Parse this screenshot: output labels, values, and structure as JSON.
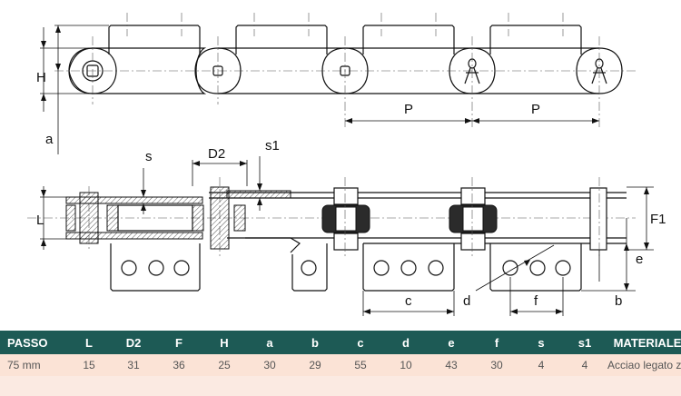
{
  "drawing": {
    "labels": {
      "H": "H",
      "a": "a",
      "P1": "P",
      "P2": "P",
      "s": "s",
      "D2": "D2",
      "s1": "s1",
      "L": "L",
      "F1": "F1",
      "e": "e",
      "c": "c",
      "d": "d",
      "f": "f",
      "b": "b"
    }
  },
  "table": {
    "headers": [
      "PASSO",
      "L",
      "D2",
      "F",
      "H",
      "a",
      "b",
      "c",
      "d",
      "e",
      "f",
      "s",
      "s1",
      "MATERIALE"
    ],
    "row": [
      "75 mm",
      "15",
      "31",
      "36",
      "25",
      "30",
      "29",
      "55",
      "10",
      "43",
      "30",
      "4",
      "4",
      "Acciao legato zn"
    ]
  },
  "colors": {
    "header_bg": "#1d5a55",
    "row_bg": "#fbe3d6",
    "line": "#111111"
  }
}
